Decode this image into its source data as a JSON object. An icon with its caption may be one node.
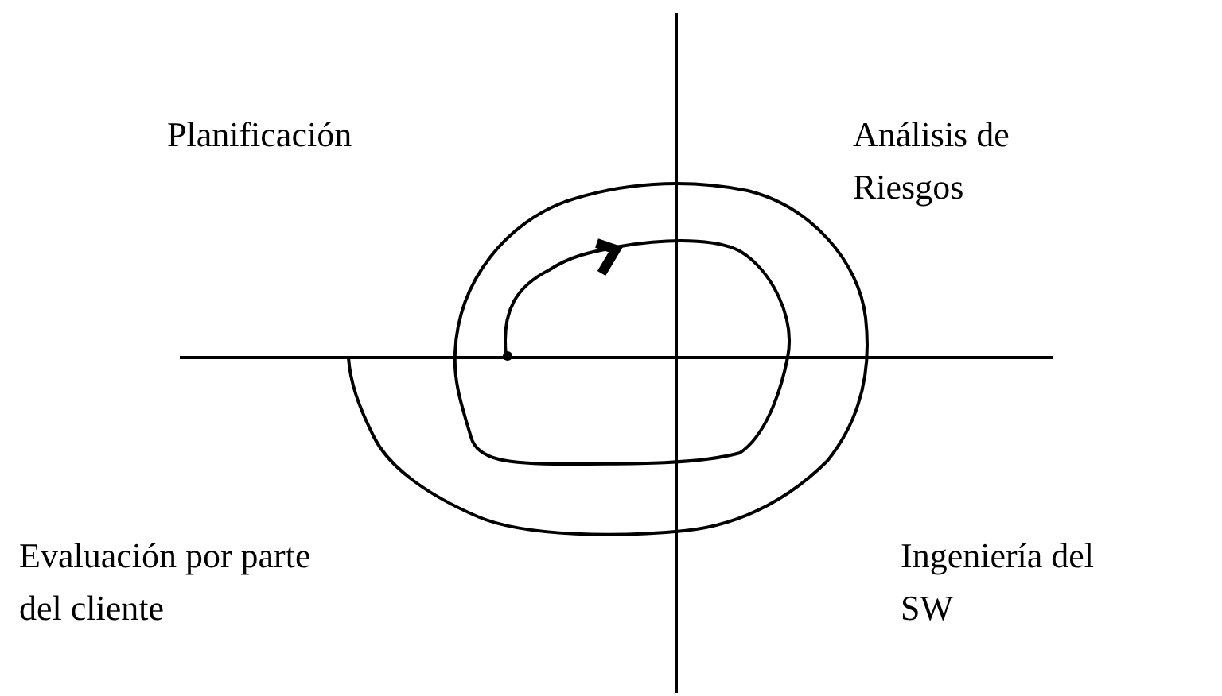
{
  "diagram": {
    "labels": [
      "Planificación",
      "Análisis de Riesgos",
      "Evaluación por parte del cliente",
      "Ingeniería del SW"
    ]
  }
}
